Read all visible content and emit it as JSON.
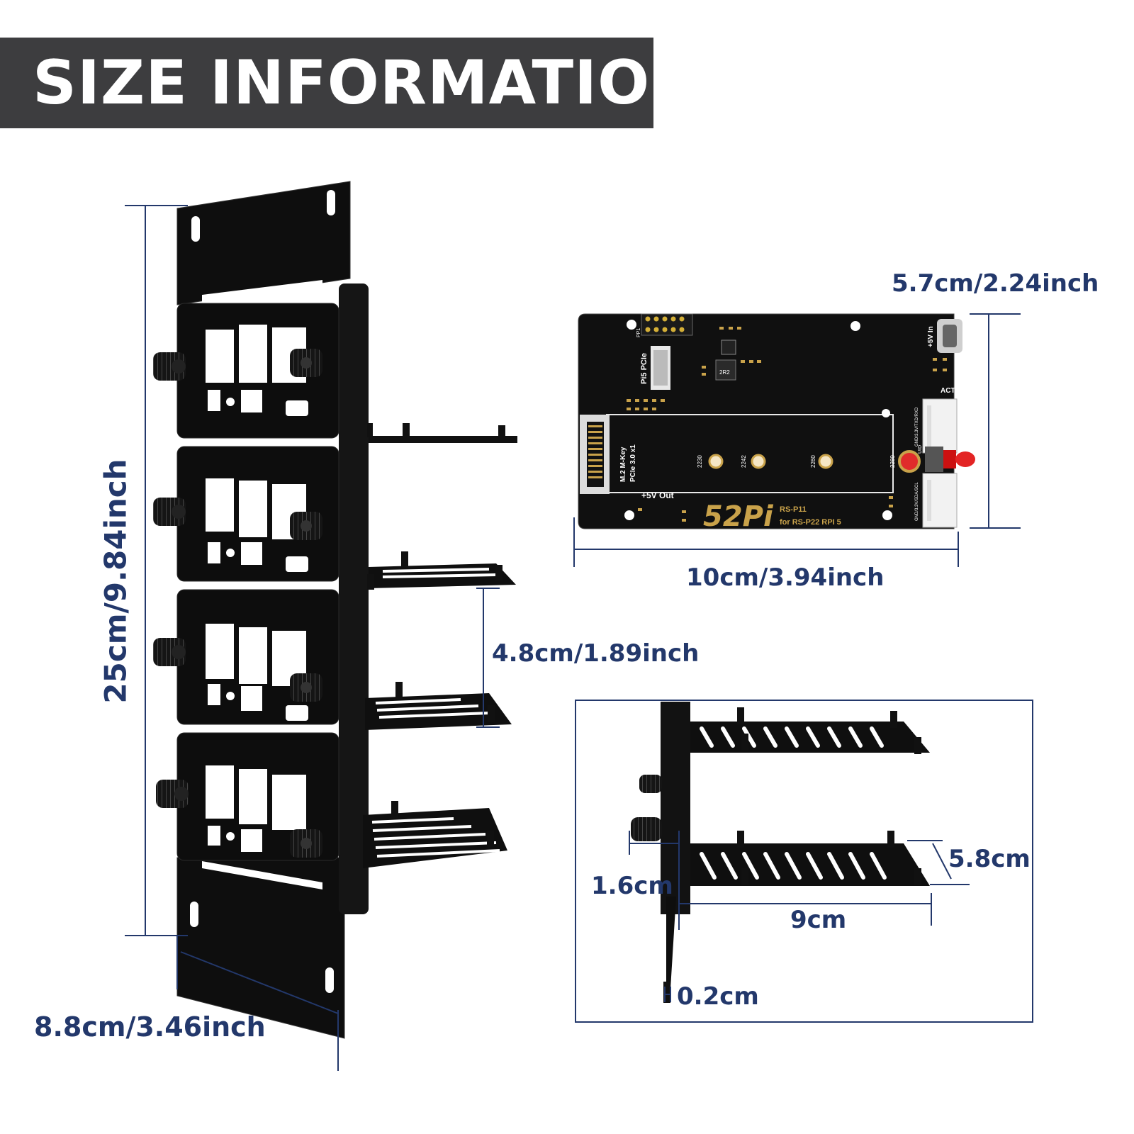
{
  "header": {
    "title": "SIZE INFORMATION"
  },
  "dimensions": {
    "rack_height": "25cm/9.84inch",
    "rack_depth": "8.8cm/3.46inch",
    "shelf_spacing": "4.8cm/1.89inch",
    "board_height": "5.7cm/2.24inch",
    "board_width": "10cm/3.94inch",
    "tray_height": "5.8cm",
    "tray_length": "9cm",
    "standoff": "1.6cm",
    "thickness": "0.2cm"
  },
  "board": {
    "brand": "52Pi",
    "model": "RS-P11",
    "subtitle": "for RS-P22 RPI 5",
    "label_pcie": "Pi5 PCIe",
    "label_mkey": "M.2 M-Key",
    "label_pcie_lanes": "PCIe 3.0 x1",
    "label_5v_out": "+5V Out",
    "label_5v_in": "+5V In",
    "label_act": "ACT",
    "label_chip": "2R2",
    "label_pp1": "PP1",
    "label_uart": "GND/3.3V/TXD/RXD",
    "label_i2c": "GND/3.3V/SDA/SCL",
    "label_uid": "UID",
    "holes": [
      "2230",
      "2242",
      "2260",
      "2280"
    ]
  },
  "colors": {
    "banner": "#3d3d3f",
    "dimension_blue": "#23386b",
    "metal": "#0e0e0e",
    "pcb": "#101010",
    "gold": "#c9a24a"
  }
}
